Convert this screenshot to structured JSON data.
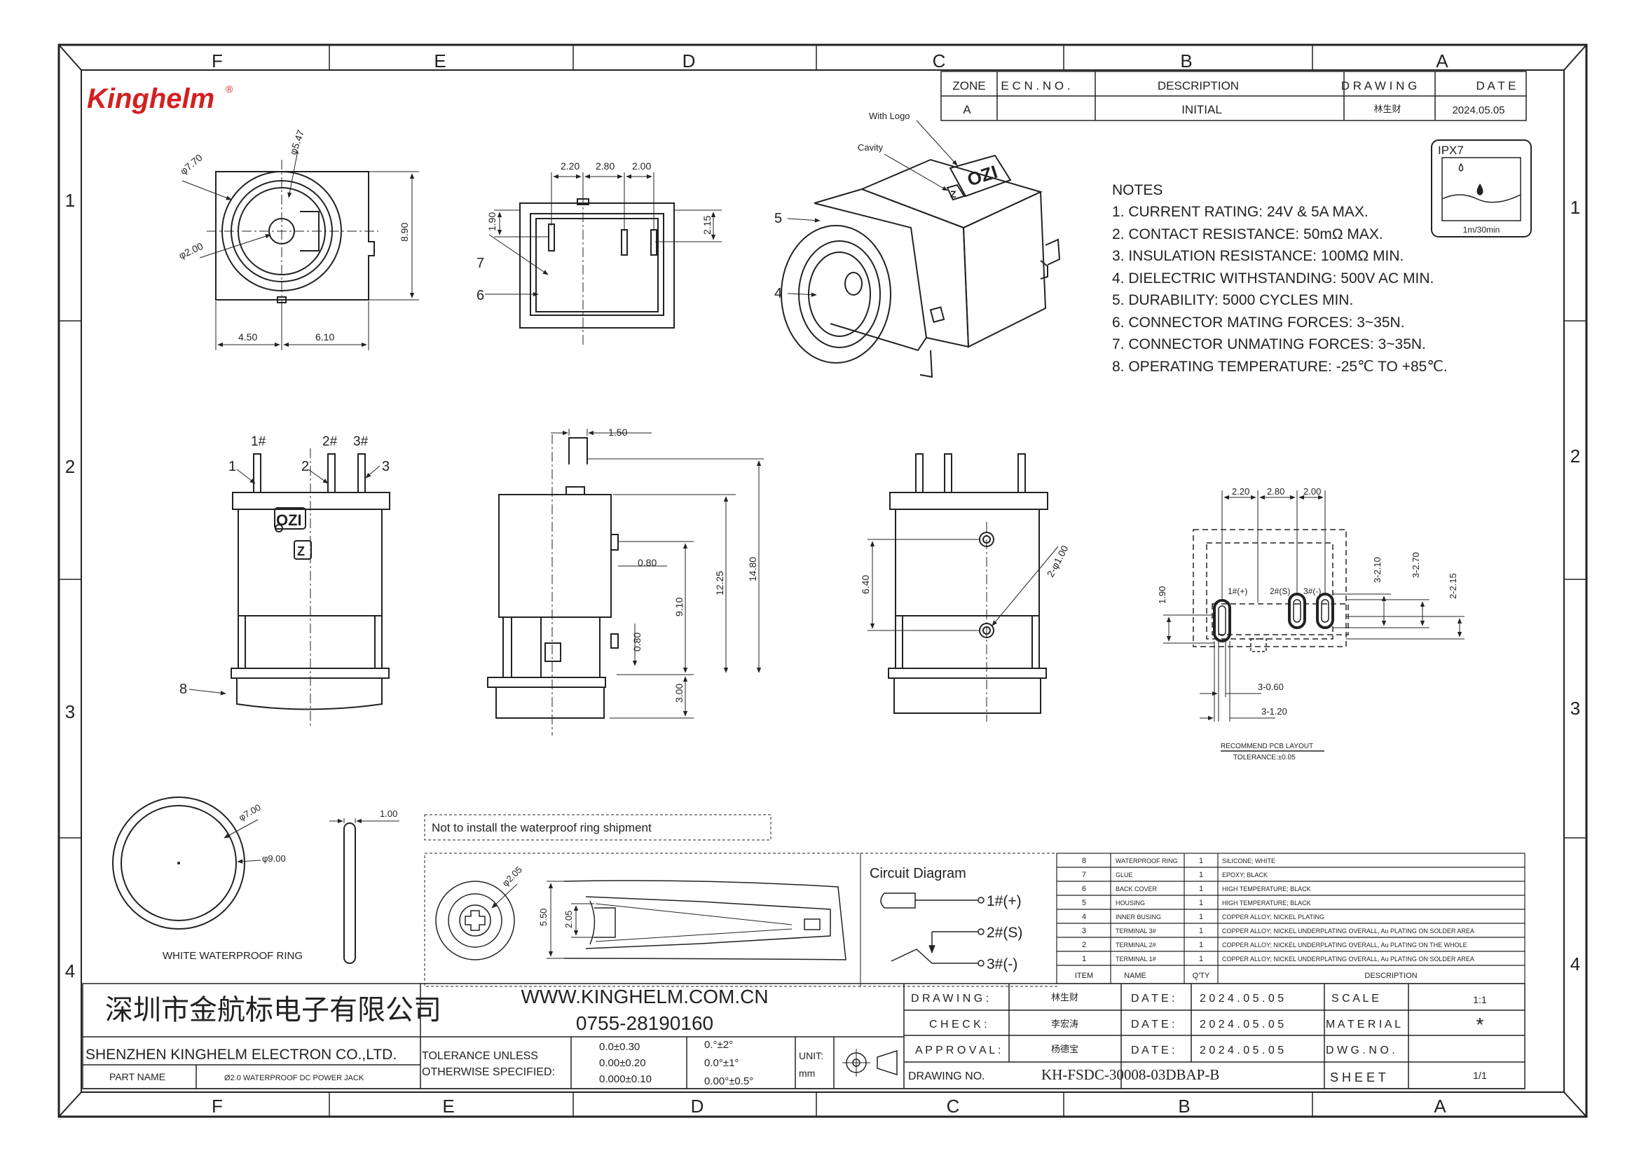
{
  "company": {
    "logo": "Kinghelm",
    "name_cn": "深圳市金航标电子有限公司",
    "name_en": "SHENZHEN KINGHELM ELECTRON CO.,LTD.",
    "website": "WWW.KINGHELM.COM.CN",
    "phone": "0755-28190160"
  },
  "frame": {
    "columns": [
      "F",
      "E",
      "D",
      "C",
      "B",
      "A"
    ],
    "rows": [
      "1",
      "2",
      "3",
      "4"
    ]
  },
  "revision": {
    "headers": [
      "ZONE",
      "E C N . N O .",
      "DESCRIPTION",
      "D R A W I N G",
      "D A T E"
    ],
    "row": [
      "A",
      "",
      "INITIAL",
      "林生财",
      "2024.05.05"
    ]
  },
  "ipx": {
    "title": "IPX7",
    "caption": "1m/30min"
  },
  "notes": {
    "title": "NOTES",
    "items": [
      "1. CURRENT RATING: 24V & 5A MAX.",
      "2. CONTACT RESISTANCE: 50mΩ MAX.",
      "3. INSULATION RESISTANCE: 100MΩ MIN.",
      "4. DIELECTRIC WITHSTANDING: 500V AC MIN.",
      "5. DURABILITY: 5000 CYCLES MIN.",
      "6. CONNECTOR MATING FORCES: 3~35N.",
      "7. CONNECTOR UNMATING FORCES: 3~35N.",
      "8. OPERATING TEMPERATURE: -25℃ TO +85℃."
    ]
  },
  "labels": {
    "with_logo": "With Logo",
    "cavity": "Cavity",
    "waterproof_ring": "WHITE WATERPROOF RING",
    "ring_note": "Not to install the waterproof ring shipment",
    "circuit_title": "Circuit Diagram",
    "circuit_pins": [
      "1#(+)",
      "2#(S)",
      "3#(-)"
    ],
    "pcb_title": "RECOMMEND PCB LAYOUT",
    "pcb_tolerance": "TOLERANCE:±0.05",
    "pin_labels": [
      "1#",
      "2#",
      "3#"
    ],
    "pcb_pins": [
      "1#(+)",
      "2#(S)",
      "3#(-)"
    ],
    "logo_mark": "OZI",
    "logo_mark_small": "Z"
  },
  "dims": {
    "front": [
      "φ7.70",
      "φ5.47",
      "φ2.00",
      "8.90",
      "4.50",
      "6.10"
    ],
    "top": [
      "2.20",
      "2.80",
      "2.00",
      "1.90",
      "2.15"
    ],
    "side": [
      "1.50",
      "0.80",
      "0.80",
      "9.10",
      "12.25",
      "14.80",
      "3.00"
    ],
    "back": [
      "6.40",
      "2-φ1.00"
    ],
    "pcb": [
      "2.20",
      "2.80",
      "2.00",
      "1.90",
      "3-2.10",
      "3-2.70",
      "2-2.15",
      "3-0.60",
      "3-1.20"
    ],
    "ring": [
      "φ7.00",
      "φ9.00",
      "1.00"
    ],
    "section": [
      "φ2.05",
      "5.50",
      "2.05"
    ],
    "callouts": [
      "1",
      "2",
      "3",
      "4",
      "5",
      "6",
      "7",
      "8"
    ]
  },
  "bom": {
    "headers": [
      "ITEM",
      "NAME",
      "Q'TY",
      "DESCRIPTION"
    ],
    "rows": [
      [
        "8",
        "WATERPROOF RING",
        "1",
        "SILICONE; WHITE"
      ],
      [
        "7",
        "GLUE",
        "1",
        "EPOXY; BLACK"
      ],
      [
        "6",
        "BACK COVER",
        "1",
        "HIGH TEMPERATURE; BLACK"
      ],
      [
        "5",
        "HOUSING",
        "1",
        "HIGH TEMPERATURE; BLACK"
      ],
      [
        "4",
        "INNER BUSING",
        "1",
        "COPPER ALLOY; NICKEL PLATING"
      ],
      [
        "3",
        "TERMINAL 3#",
        "1",
        "COPPER ALLOY; NICKEL UNDERPLATING OVERALL, Au PLATING ON SOLDER AREA"
      ],
      [
        "2",
        "TERMINAL 2#",
        "1",
        "COPPER ALLOY; NICKEL UNDERPLATING OVERALL, Au PLATING ON THE WHOLE"
      ],
      [
        "1",
        "TERMINAL 1#",
        "1",
        "COPPER ALLOY; NICKEL UNDERPLATING OVERALL, Au PLATING ON SOLDER AREA"
      ]
    ]
  },
  "title_block": {
    "part_name_label": "PART NAME",
    "part_name": "Ø2.0 WATERPROOF DC POWER JACK",
    "tolerance_label_1": "TOLERANCE UNLESS",
    "tolerance_label_2": "OTHERWISE SPECIFIED:",
    "tol_linear": [
      "0.0±0.30",
      "0.00±0.20",
      "0.000±0.10"
    ],
    "tol_angular": [
      "0.°±2°",
      "0.0°±1°",
      "0.00°±0.5°"
    ],
    "unit_label": "UNIT:",
    "unit": "mm",
    "drawing_label": "D R A W I N G :",
    "drawing_by": "林生财",
    "check_label": "C H E C K :",
    "check_by": "李宏涛",
    "approval_label": "A P P R O V A L :",
    "approval_by": "杨德宝",
    "drawing_no_label": "DRAWING NO.",
    "drawing_no": "KH-FSDC-30008-03DBAP-B",
    "date_label": "D A T E :",
    "dates": [
      "2 0 2 4 . 0 5 . 0 5",
      "2 0 2 4 . 0 5 . 0 5",
      "2 0 2 4 . 0 5 . 0 5"
    ],
    "scale_label": "S C A L E",
    "scale": "1:1",
    "material_label": "M A T E R I A L",
    "material": "*",
    "dwg_no_label": "D W G .  N O .",
    "dwg_no": "",
    "sheet_label": "S H E E T",
    "sheet": "1/1"
  }
}
